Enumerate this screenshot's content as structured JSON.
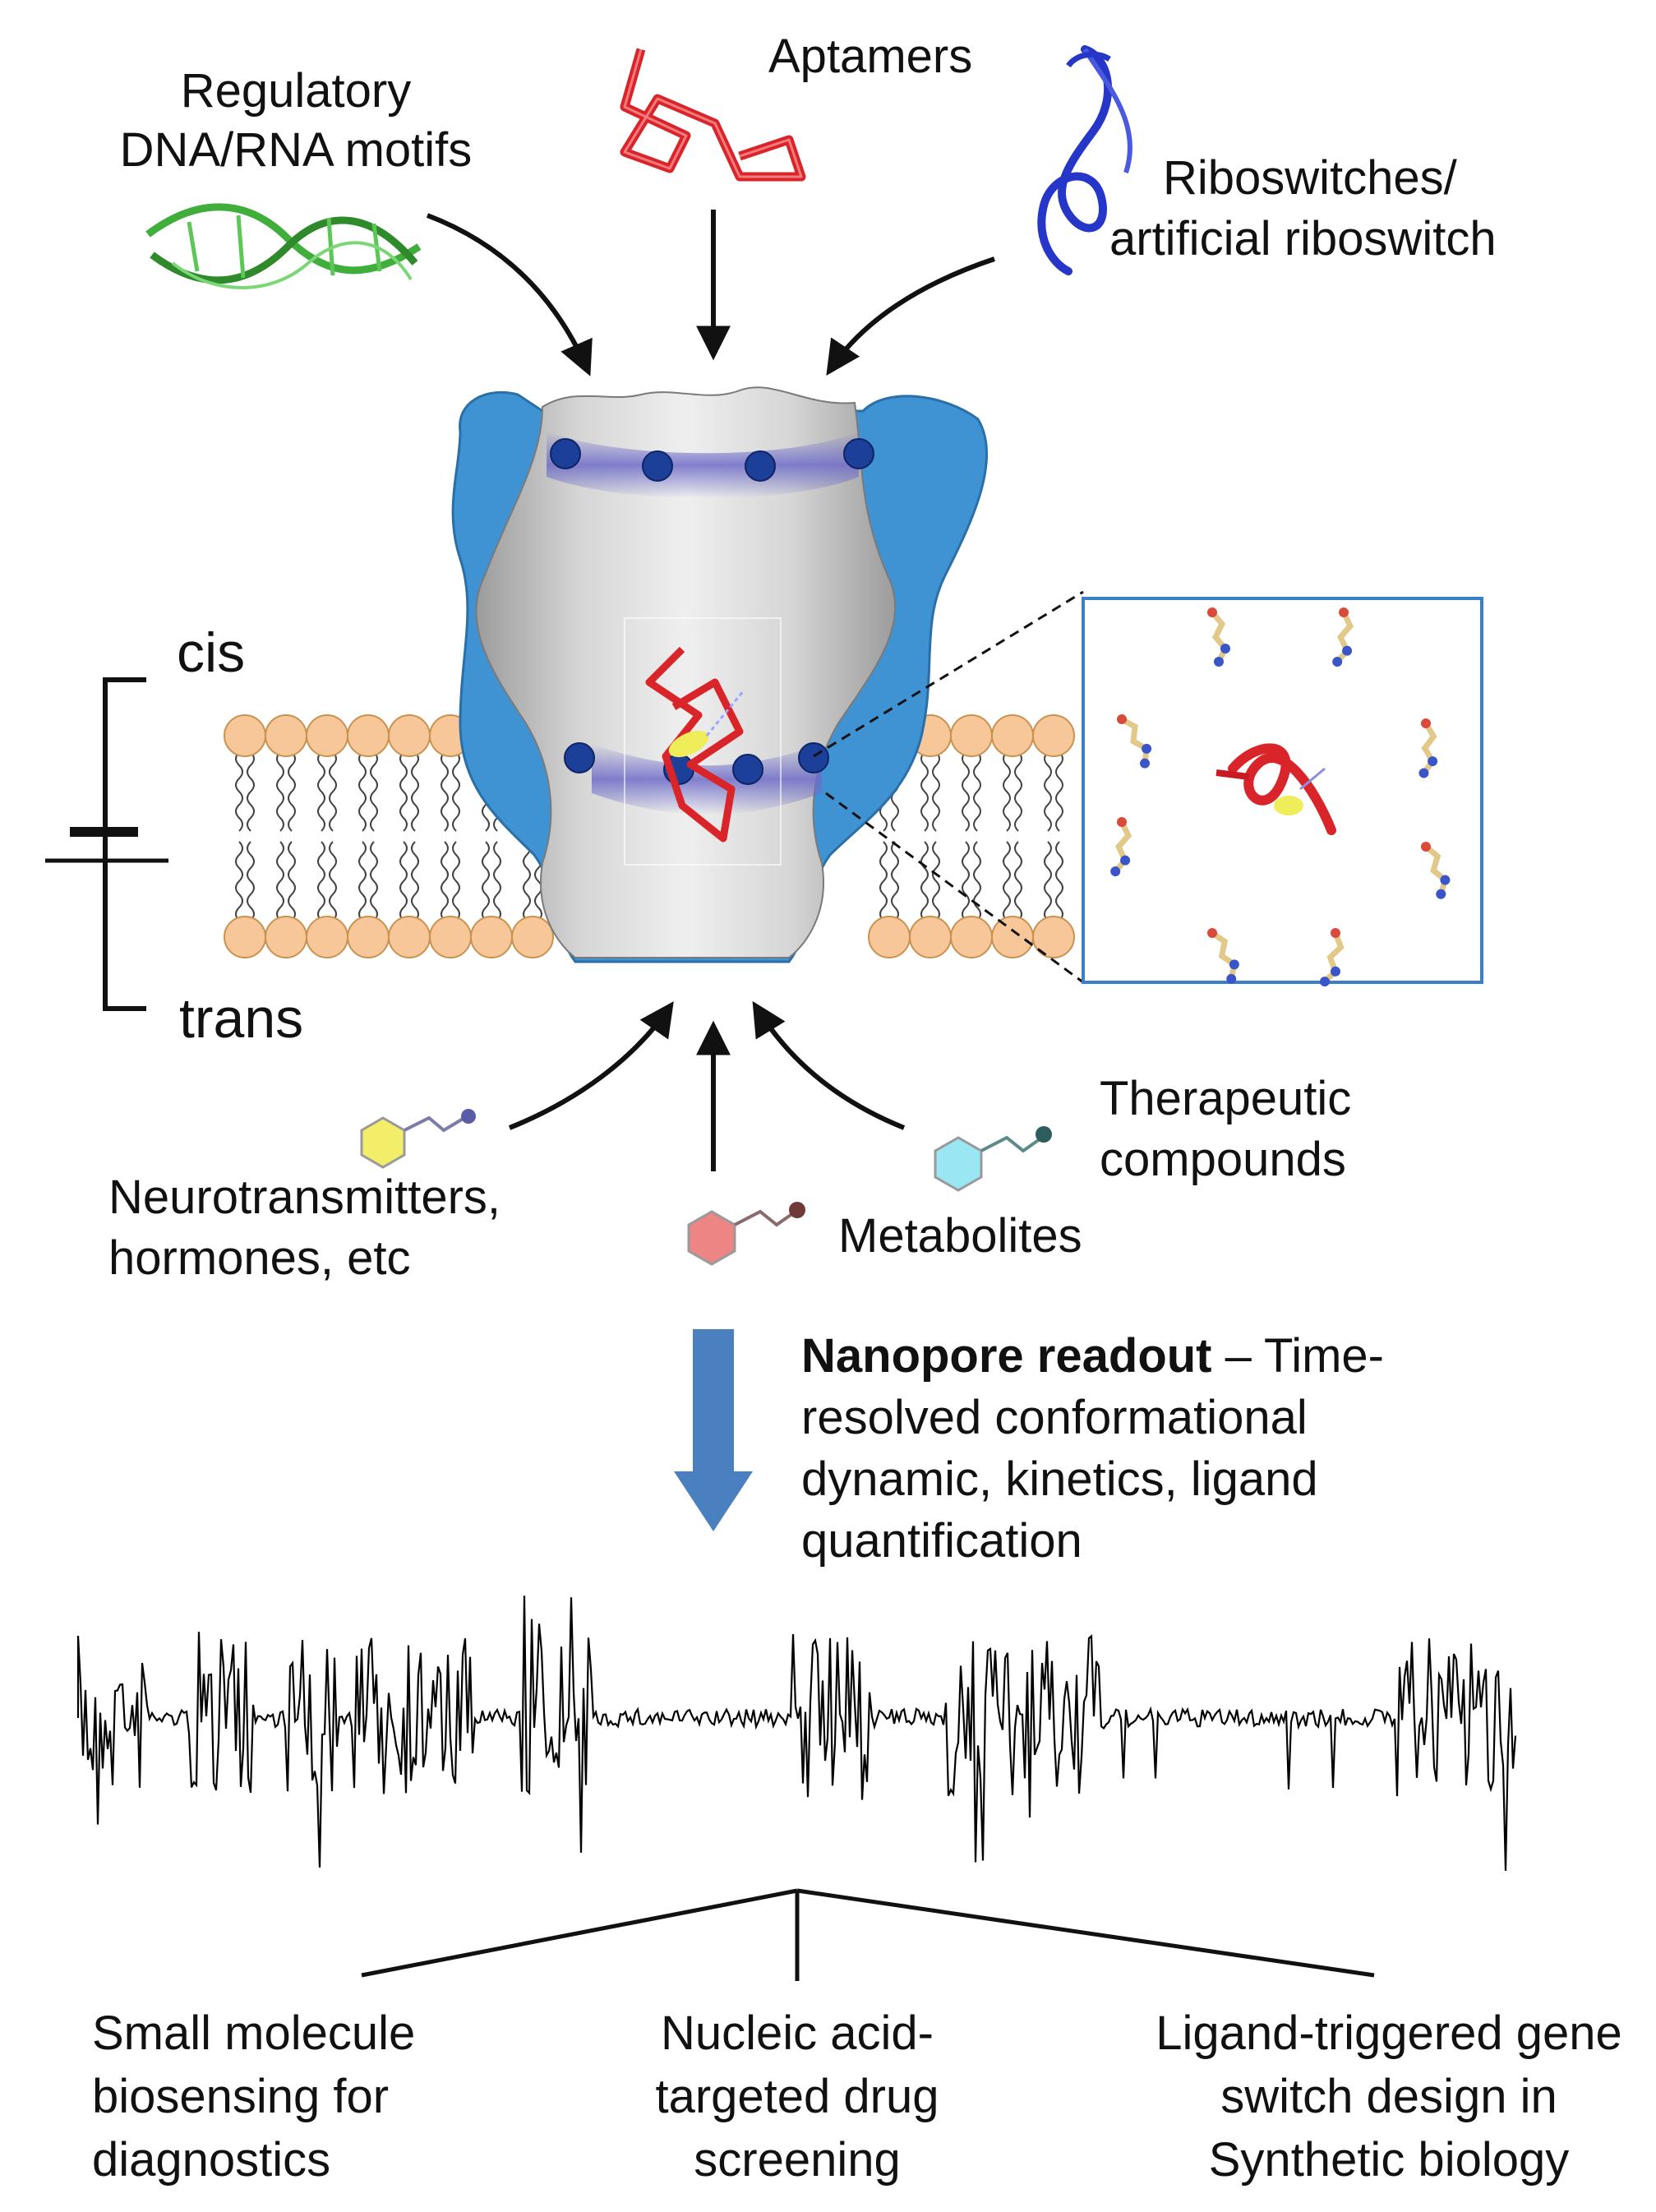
{
  "inputs_top": {
    "regulatory": [
      "Regulatory",
      "DNA/RNA motifs"
    ],
    "aptamers": "Aptamers",
    "riboswitches": [
      "Riboswitches/",
      "artificial riboswitch"
    ]
  },
  "membrane": {
    "cis": "cis",
    "trans": "trans"
  },
  "inputs_bottom": {
    "neuro": [
      "Neurotransmitters,",
      "hormones, etc"
    ],
    "metabolites": "Metabolites",
    "therapeutic": [
      "Therapeutic",
      "compounds"
    ]
  },
  "readout": {
    "bold": "Nanopore readout",
    "rest": " – Time-",
    "lines": [
      "resolved conformational",
      "dynamic, kinetics, ligand",
      "quantification"
    ]
  },
  "applications": [
    [
      "Small molecule",
      "biosensing for",
      "diagnostics"
    ],
    [
      "Nucleic acid-",
      "targeted drug",
      "screening"
    ],
    [
      "Ligand-triggered gene",
      "switch design in",
      "Synthetic biology"
    ]
  ],
  "colors": {
    "pore": "#3f93d3",
    "pore_outline": "#2a6fa8",
    "lumen": "#cfcfcf",
    "band": "#6e6cc8",
    "bead": "#1c3f9a",
    "lipid_head": "#f7c79a",
    "lipid_outline": "#c9924f",
    "dna": "#3fae3a",
    "aptamer": "#d9252a",
    "riboswitch": "#2536c8",
    "arrow_big": "#4a7fc0",
    "hex_yellow": "#f2ee6a",
    "hex_red": "#ee8585",
    "hex_cyan": "#9ae6f2",
    "trace": "#000000"
  },
  "icons": {
    "dna": "dna-helix-icon",
    "aptamer": "aptamer-ribbon-icon",
    "riboswitch": "riboswitch-ribbon-icon",
    "battery": "battery-symbol-icon",
    "molecule": "small-molecule-icon",
    "arrow": "arrow-icon"
  }
}
